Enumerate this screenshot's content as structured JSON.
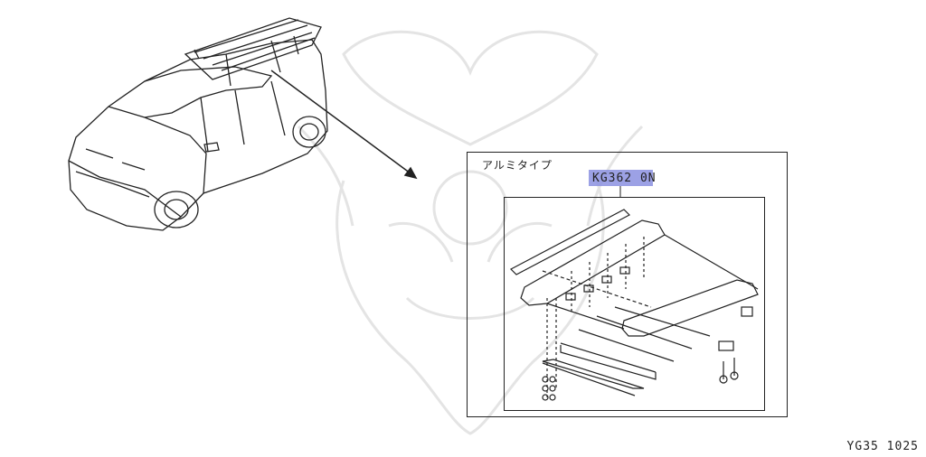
{
  "diagram": {
    "type_label": "アルミタイプ",
    "part_number": "KG362 0N",
    "part_number_highlighted": "KG362",
    "diagram_code": "YG35 1025"
  },
  "colors": {
    "line": "#222222",
    "highlight": "#8b90e0",
    "watermark": "#e6e6e6"
  }
}
